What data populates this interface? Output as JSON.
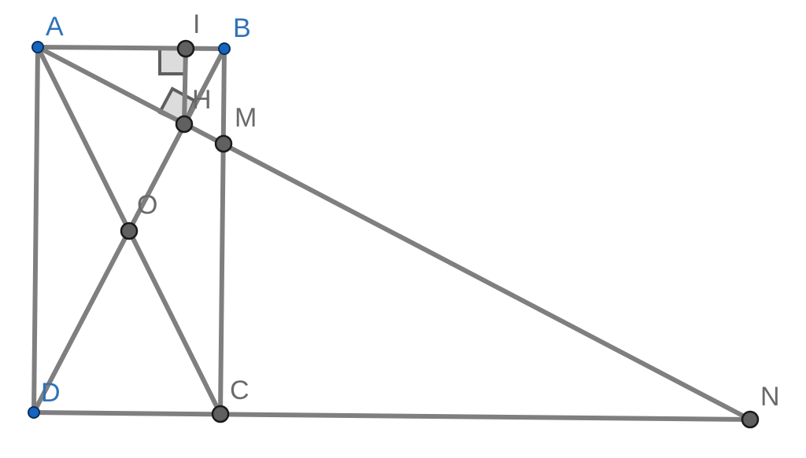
{
  "colors": {
    "segment": "#7f7f7f",
    "point_dark": "#606060",
    "point_blue": "#1565c0",
    "label_blue": "#2f72b8",
    "label_gray": "#6a6a6a",
    "right_angle_fill": "#dcdcdc"
  },
  "points": {
    "A": {
      "label": "A",
      "style": "blue"
    },
    "B": {
      "label": "B",
      "style": "blue"
    },
    "C": {
      "label": "C",
      "style": "gray"
    },
    "D": {
      "label": "D",
      "style": "blue"
    },
    "I": {
      "label": "I",
      "style": "gray"
    },
    "H": {
      "label": "H",
      "style": "gray"
    },
    "M": {
      "label": "M",
      "style": "gray"
    },
    "O": {
      "label": "O",
      "style": "gray"
    },
    "N": {
      "label": "N",
      "style": "gray"
    }
  },
  "segments": [
    "AB",
    "BC",
    "CD",
    "DA",
    "AC",
    "BD",
    "AN",
    "DN",
    "IH"
  ],
  "right_angles": [
    "AIH",
    "AHB"
  ]
}
